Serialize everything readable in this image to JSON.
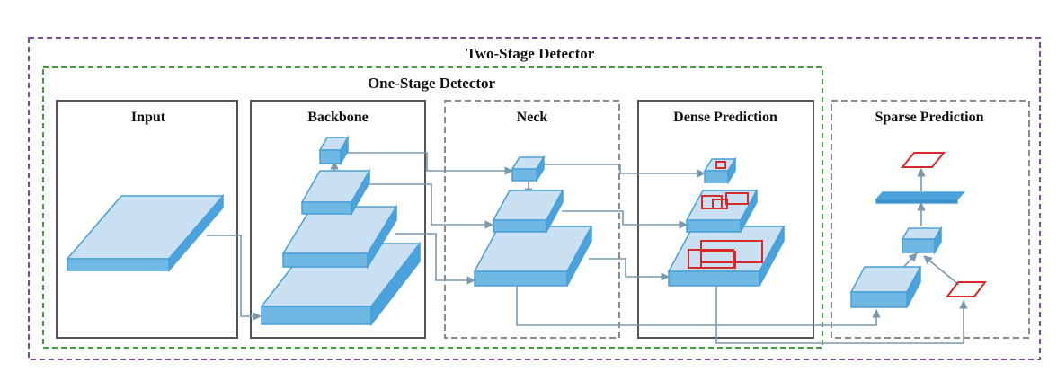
{
  "titles": {
    "two_stage": "Two-Stage Detector",
    "one_stage": "One-Stage Detector"
  },
  "panels": {
    "input": "Input",
    "backbone": "Backbone",
    "neck": "Neck",
    "dense": "Dense Prediction",
    "sparse": "Sparse Prediction"
  },
  "colors": {
    "block_face": "#c8e0f2",
    "block_side": "#6fb8e4",
    "block_edge": "#4a9fd6",
    "arrow": "#7a98ad",
    "prediction_box": "#d42a2a",
    "two_stage_border": "#7a4d96",
    "one_stage_border": "#3f9d3f",
    "panel_solid": "#555555",
    "panel_dashed": "#8a8a8a"
  }
}
